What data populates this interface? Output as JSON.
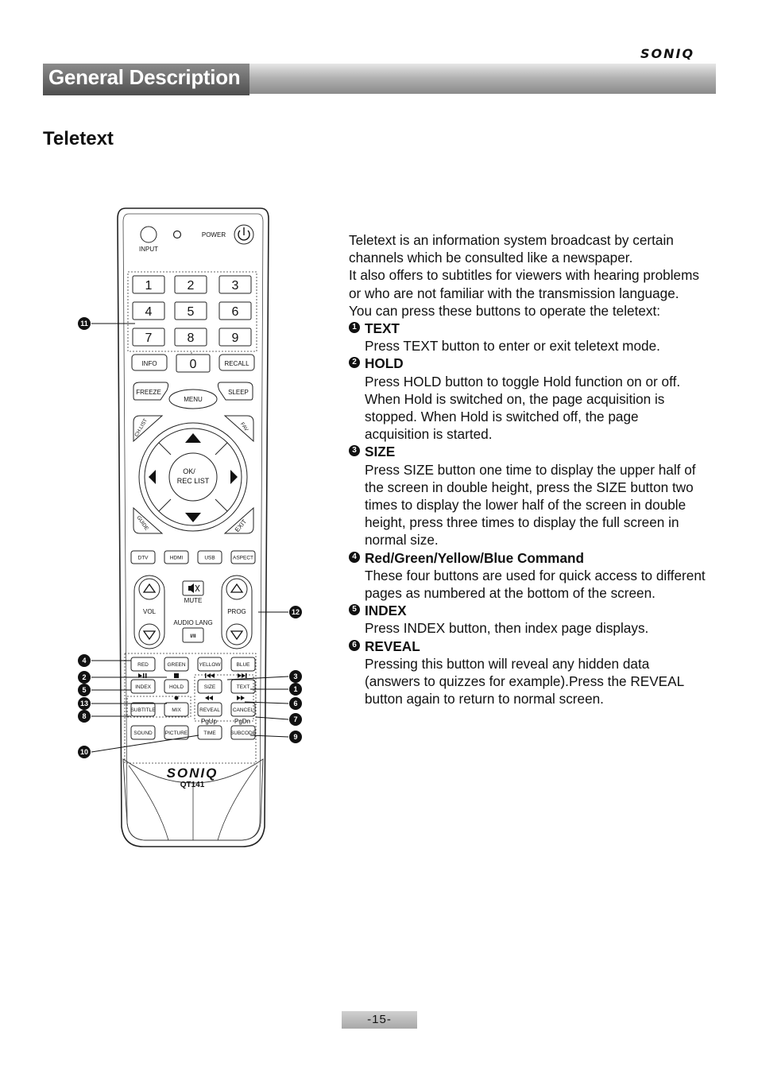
{
  "header": {
    "brand": "SONIQ",
    "title": "General Description"
  },
  "section_title": "Teletext",
  "remote": {
    "labels": {
      "input": "INPUT",
      "power": "POWER",
      "numbers": [
        "1",
        "2",
        "3",
        "4",
        "5",
        "6",
        "7",
        "8",
        "9"
      ],
      "zero": "0",
      "info": "INFO",
      "recall": "RECALL",
      "freeze": "FREEZE",
      "menu": "MENU",
      "sleep": "SLEEP",
      "chlist": "CH.LIST",
      "fav": "FAV",
      "ok1": "OK/",
      "ok2": "REC LIST",
      "guide": "GUIDE",
      "exit": "EXIT",
      "dtv": "DTV",
      "hdmi": "HDMI",
      "usb": "USB",
      "aspect": "ASPECT",
      "mute": "MUTE",
      "vol": "VOL",
      "prog": "PROG",
      "audio_lang": "AUDIO LANG",
      "lang_btn": "I/II",
      "red": "RED",
      "green": "GREEN",
      "yellow": "YELLOW",
      "blue": "BLUE",
      "index": "INDEX",
      "hold": "HOLD",
      "size": "SIZE",
      "text": "TEXT",
      "subtitle": "SUBTITLE",
      "mix": "MIX",
      "reveal": "REVEAL",
      "cancel": "CANCEL",
      "pgup": "PgUp",
      "pgdn": "PgDn",
      "sound": "SOUND",
      "picture": "PICTURE",
      "time": "TIME",
      "subcode": "SUBCODE",
      "brand": "SONIQ",
      "model": "QT141"
    },
    "callouts": [
      "1",
      "2",
      "3",
      "4",
      "5",
      "6",
      "7",
      "8",
      "9",
      "10",
      "11",
      "12",
      "13"
    ]
  },
  "description": {
    "intro": [
      "Teletext is an information system broadcast by certain channels which be consulted like a newspaper.",
      "It also offers to subtitles for viewers with hearing problems or who are not familiar with the transmission language.",
      "You can press these buttons to operate the teletext:"
    ],
    "items": [
      {
        "num": "1",
        "title": "TEXT",
        "body": "Press TEXT button to enter or exit teletext mode."
      },
      {
        "num": "2",
        "title": "HOLD",
        "body": "Press HOLD button to toggle Hold function on or off. When Hold is switched on, the page acquisition is stopped. When Hold is switched off, the page acquisition is started."
      },
      {
        "num": "3",
        "title": "SIZE",
        "body": "Press SIZE button one time to display the upper half of the screen in double height, press the SIZE button two times to display the lower half of the screen in double height, press three times to display the full screen in normal size."
      },
      {
        "num": "4",
        "title": "Red/Green/Yellow/Blue Command",
        "body": "These four buttons are used for quick access to different pages as numbered at the bottom of the screen."
      },
      {
        "num": "5",
        "title": "INDEX",
        "body": "Press INDEX button, then index page displays."
      },
      {
        "num": "6",
        "title": "REVEAL",
        "body": "Pressing this button will reveal any hidden data (answers to quizzes for example).Press the REVEAL button again to return to normal screen."
      }
    ]
  },
  "page_number": "-15-"
}
